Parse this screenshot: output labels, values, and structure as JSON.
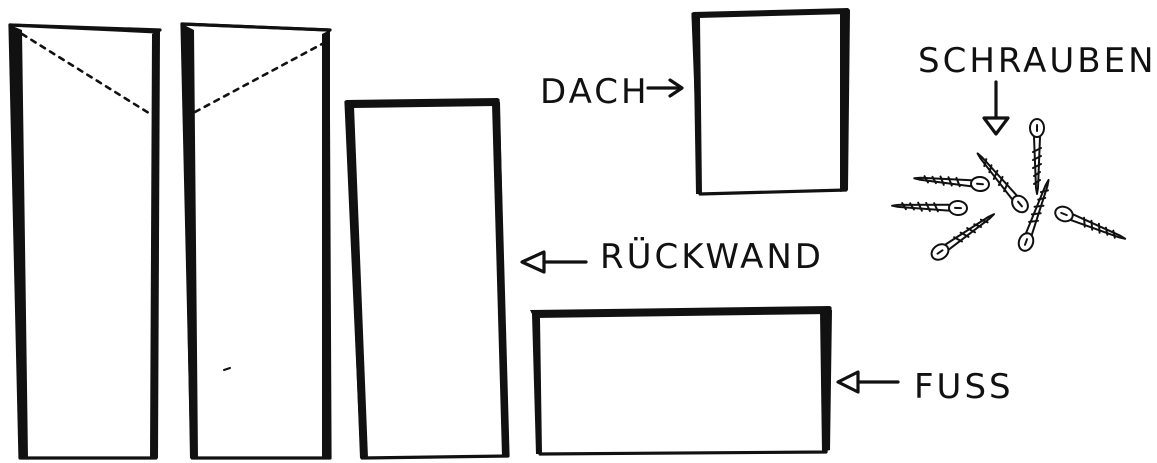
{
  "labels": {
    "roof": "DACH",
    "screws": "SCHRAUBEN",
    "back_wall": "RÜCKWAND",
    "foot": "FUSS"
  },
  "colors": {
    "ink": "#111111",
    "background": "#ffffff"
  }
}
